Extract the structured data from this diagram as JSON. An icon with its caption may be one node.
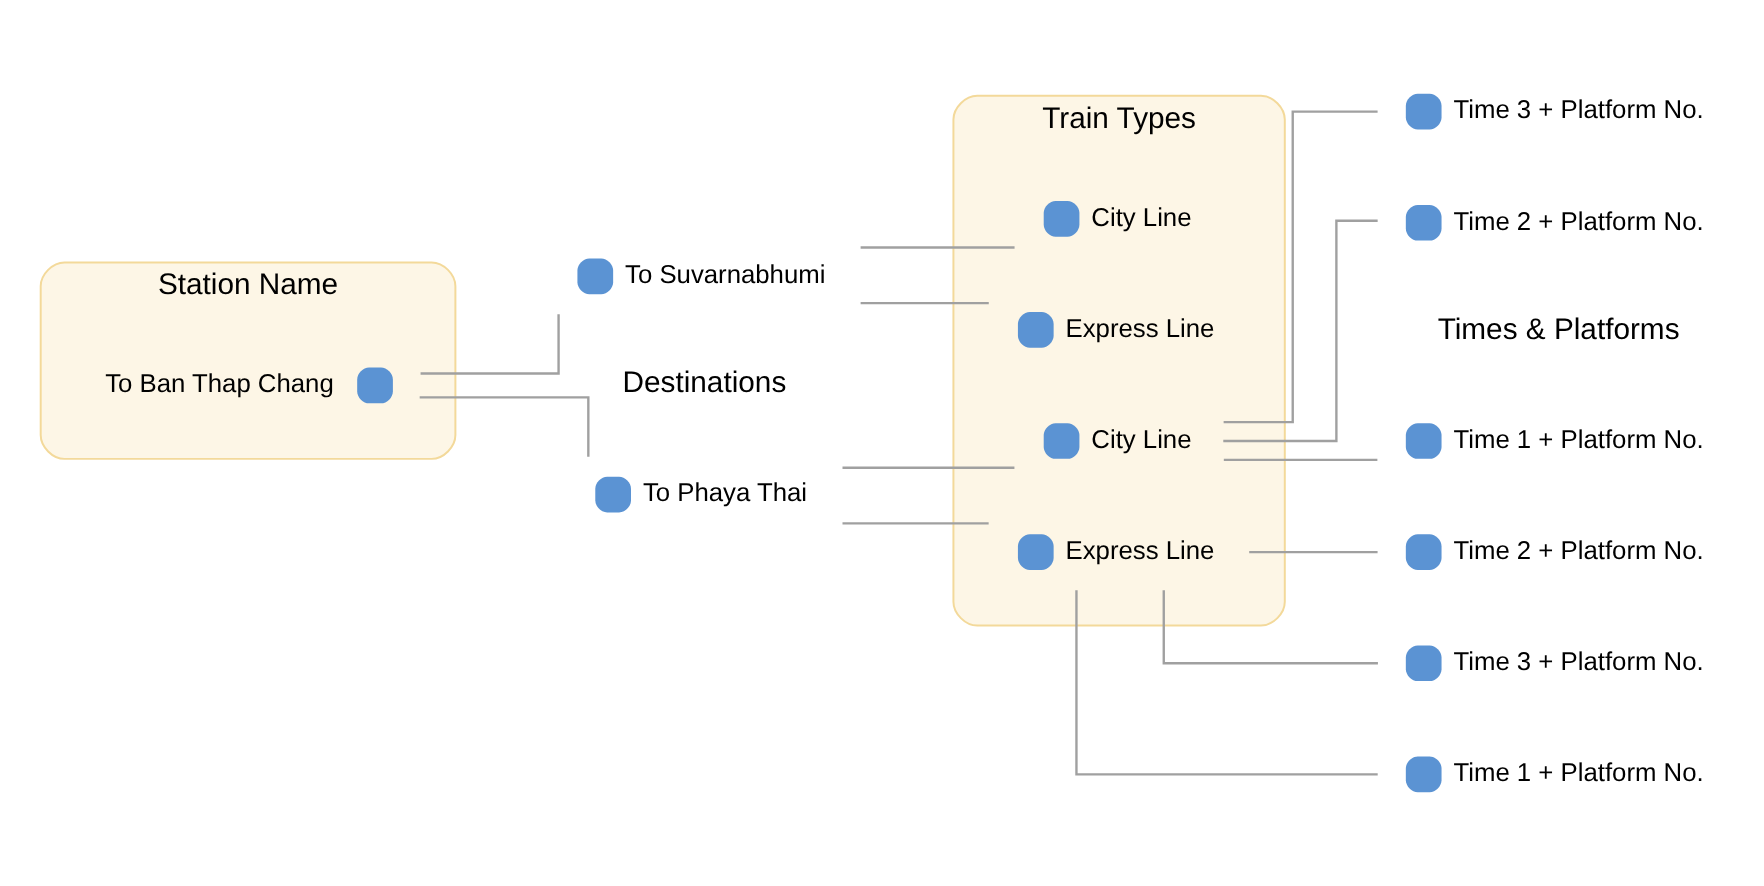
{
  "diagram": {
    "nodes": [
      {
        "text": [
          "Station Name"
        ]
      },
      {
        "text": [],
        "shape": "circle",
        "beside": [
          "To Ban Thap Chang"
        ],
        "in": 0
      },
      {
        "text": [],
        "shape": "circle",
        "beside": [
          "To Phaya Thai"
        ]
      },
      {
        "text": [],
        "shape": "circle",
        "beside": [
          "To Suvarnabhumi"
        ]
      },
      {
        "text": [
          "Train Types"
        ]
      },
      {
        "text": [],
        "shape": "circle",
        "beside": [
          "City Line"
        ],
        "in": 4
      },
      {
        "text": [],
        "shape": "circle",
        "beside": [
          "Express Line"
        ],
        "in": 4
      },
      {
        "text": [],
        "shape": "circle",
        "beside": [
          "City Line"
        ],
        "in": 4
      },
      {
        "text": [],
        "shape": "circle",
        "beside": [
          "Express Line"
        ],
        "in": 4
      },
      {
        "text": [],
        "shape": "circle",
        "beside": [
          "Time 1 + Platform No."
        ]
      },
      {
        "text": [],
        "shape": "circle",
        "beside": [
          "Time 2 + Platform No."
        ]
      },
      {
        "text": [],
        "shape": "circle",
        "beside": [
          "Time 3 + Platform No."
        ]
      },
      {
        "text": [],
        "shape": "circle",
        "beside": [
          "Time 1 + Platform No."
        ]
      },
      {
        "text": [],
        "shape": "circle",
        "beside": [
          "Time 2 + Platform No."
        ]
      },
      {
        "text": [],
        "shape": "circle",
        "beside": [
          "Time 3 + Platform No."
        ]
      }
    ],
    "edges": [
      {
        "from": 1,
        "to": 2,
        "arrow": "none"
      },
      {
        "from": 1,
        "to": 3,
        "arrow": "none"
      },
      {
        "from": 2,
        "to": 5,
        "arrow": "none"
      },
      {
        "from": 2,
        "to": 6,
        "arrow": "none"
      },
      {
        "from": 3,
        "to": 7,
        "arrow": "none"
      },
      {
        "from": 3,
        "to": 8,
        "arrow": "none"
      },
      {
        "from": 5,
        "to": 9,
        "arrow": "none"
      },
      {
        "from": 5,
        "to": 10,
        "arrow": "none"
      },
      {
        "from": 5,
        "to": 11,
        "arrow": "none"
      },
      {
        "from": 6,
        "to": 12,
        "arrow": "none"
      },
      {
        "from": 6,
        "to": 13,
        "arrow": "none"
      },
      {
        "from": 6,
        "to": 14,
        "arrow": "none"
      }
    ],
    "labels": [
      "Destinations",
      "Times & Platforms"
    ]
  }
}
